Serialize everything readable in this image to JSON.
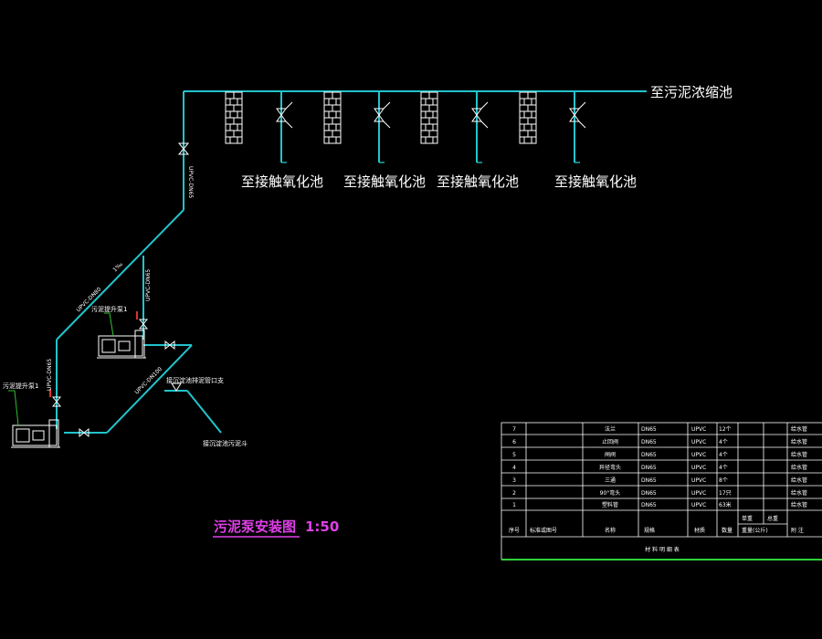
{
  "labels": {
    "to_thickener": "至污泥浓缩池",
    "to_contact_1": "至接触氧化池",
    "to_contact_2": "至接触氧化池",
    "to_contact_3": "至接触氧化池",
    "to_contact_4": "至接触氧化池",
    "pump_1": "污泥提升泵1",
    "pump_2": "污泥提升泵1",
    "sludge_hopper": "接沉淀池污泥斗",
    "hopper_note": "接沉淀池排泥管口支",
    "pipe_dn65_top": "UPVC-DN65",
    "pipe_dn80": "UPVC-DN80",
    "pipe_dn65_mid": "UPVC-DN65",
    "pipe_dn65_left": "UPVC-DN65",
    "pipe_dn100": "UPVC-DN100",
    "slope": "1‰"
  },
  "drawing_title": {
    "name": "污泥泵安装图",
    "scale": "1:50"
  },
  "table": {
    "footer": "材 料 明 细 表",
    "headers": {
      "no": "序号",
      "std": "标准或图号",
      "name": "名称",
      "spec": "规格",
      "material": "材质",
      "qty": "数量",
      "unit_weight": "单重",
      "total_weight": "总重",
      "weight_unit": "重量(公斤)",
      "remark": "附 注"
    },
    "rows": [
      {
        "no": "7",
        "name": "法兰",
        "spec": "DN65",
        "material": "UPVC",
        "qty": "12个",
        "remark": "给水管"
      },
      {
        "no": "6",
        "name": "止回阀",
        "spec": "DN65",
        "material": "UPVC",
        "qty": "4个",
        "remark": "给水管"
      },
      {
        "no": "5",
        "name": "闸阀",
        "spec": "DN65",
        "material": "UPVC",
        "qty": "4个",
        "remark": "给水管"
      },
      {
        "no": "4",
        "name": "异径弯头",
        "spec": "DN65",
        "material": "UPVC",
        "qty": "4个",
        "remark": "给水管"
      },
      {
        "no": "3",
        "name": "三通",
        "spec": "DN65",
        "material": "UPVC",
        "qty": "8个",
        "remark": "给水管"
      },
      {
        "no": "2",
        "name": "90°弯头",
        "spec": "DN65",
        "material": "UPVC",
        "qty": "17只",
        "remark": "给水管"
      },
      {
        "no": "1",
        "name": "塑料管",
        "spec": "DN65",
        "material": "UPVC",
        "qty": "63米",
        "remark": "给水管"
      }
    ]
  },
  "colors": {
    "pipe": "#22c4cc",
    "title": "#e040e8",
    "table_border": "#2fd13a",
    "valve_mark": "#e03030",
    "pump_lead": "#30c030"
  }
}
